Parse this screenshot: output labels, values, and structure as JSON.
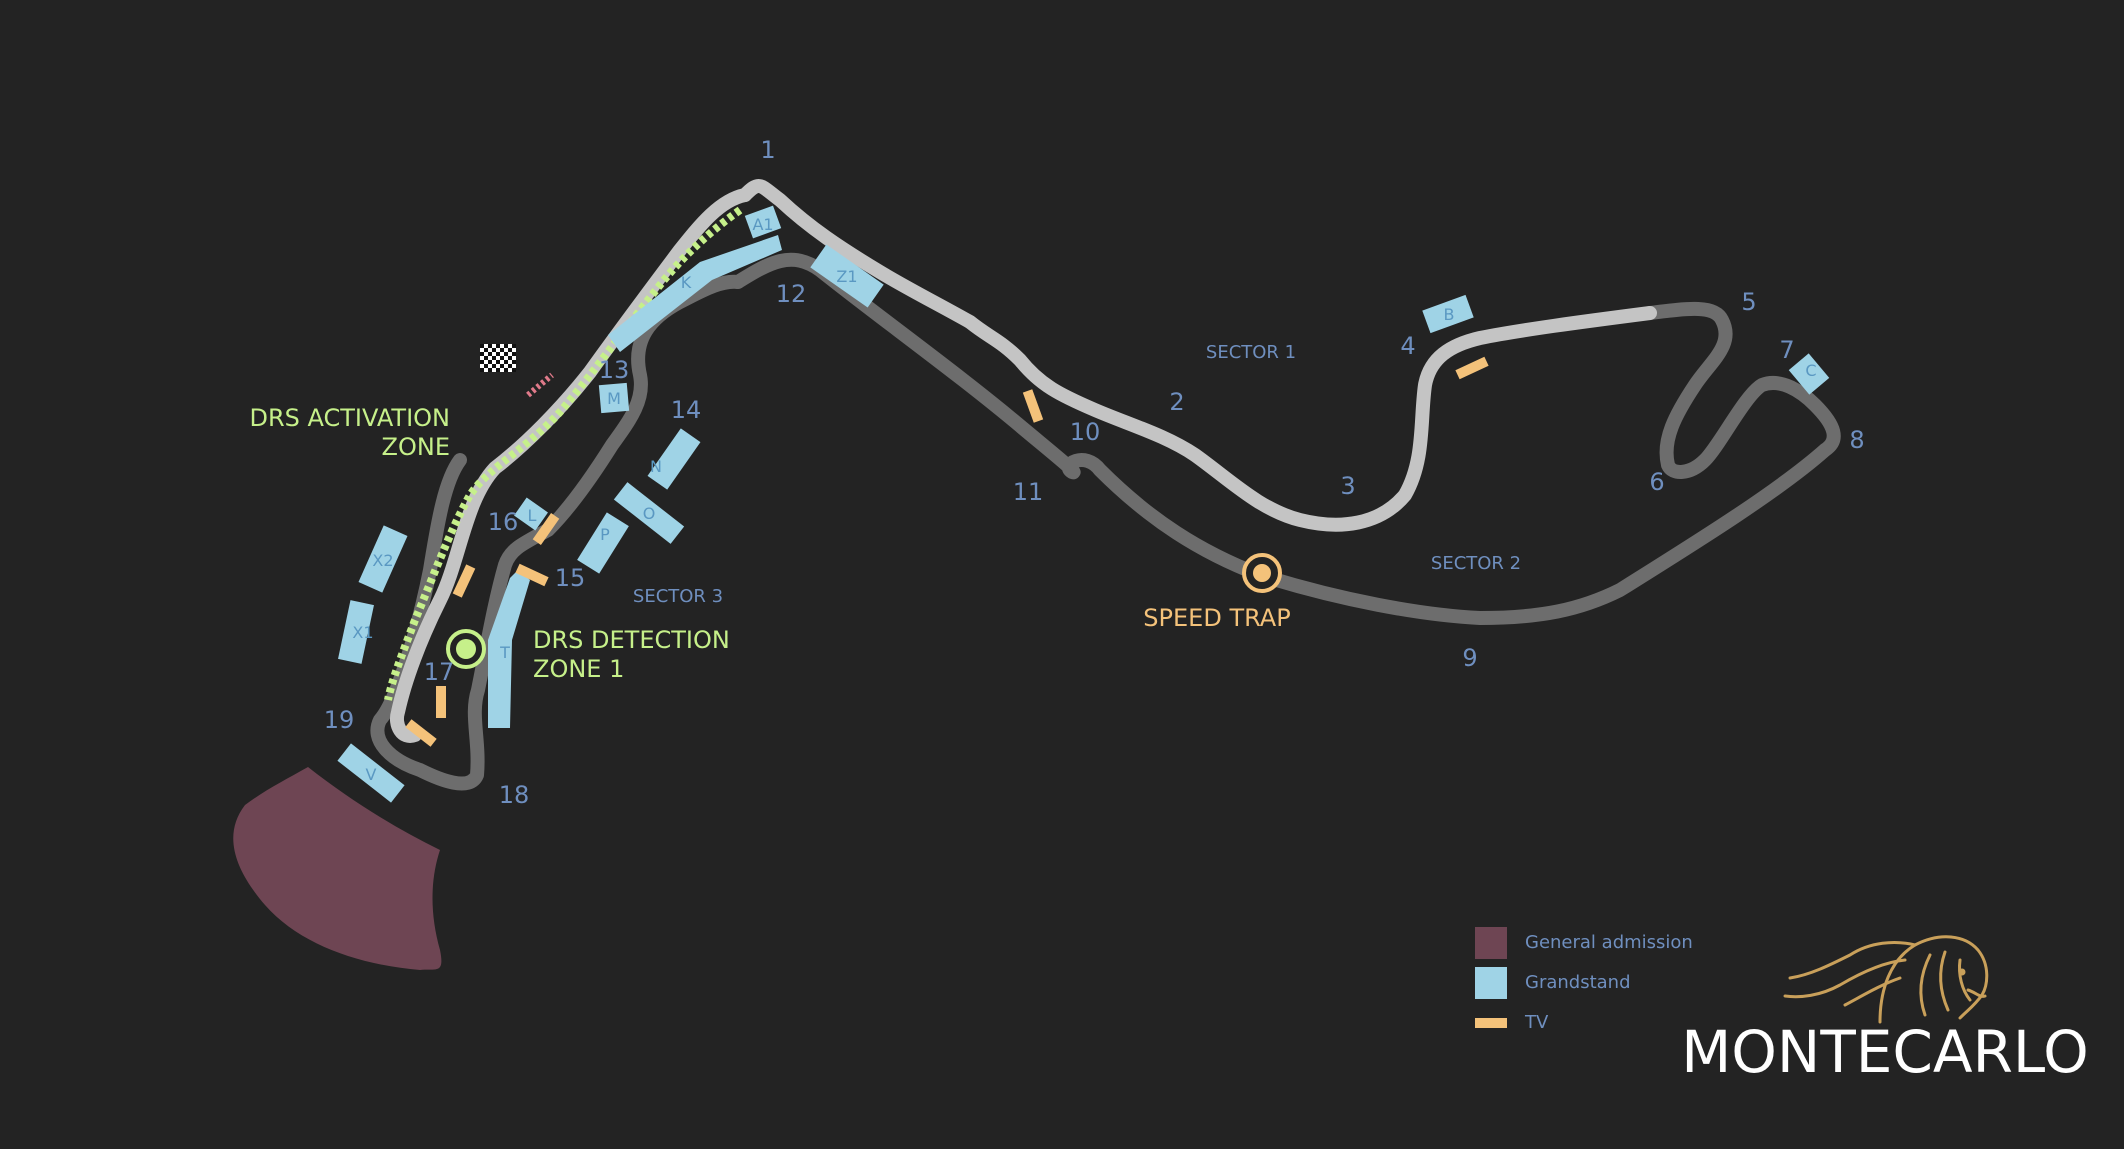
{
  "circuit": {
    "brand": "MONTECARLO"
  },
  "turns": [
    "1",
    "2",
    "3",
    "4",
    "5",
    "6",
    "7",
    "8",
    "9",
    "10",
    "11",
    "12",
    "13",
    "14",
    "15",
    "16",
    "17",
    "18",
    "19"
  ],
  "sectors": [
    "SECTOR 1",
    "SECTOR 2",
    "SECTOR 3"
  ],
  "grandstands": [
    "A1",
    "B",
    "C",
    "K",
    "M",
    "N",
    "O",
    "P",
    "L",
    "T",
    "V",
    "X1",
    "X2",
    "Z1"
  ],
  "drs": {
    "activation": [
      "DRS ACTIVATION",
      "ZONE"
    ],
    "detection": [
      "DRS DETECTION",
      "ZONE 1"
    ]
  },
  "speed_trap": "SPEED TRAP",
  "legend": [
    {
      "label": "General admission",
      "color": "#6e4553"
    },
    {
      "label": "Grandstand",
      "color": "#9fd3e6"
    },
    {
      "label": "TV",
      "color": "#f4c27a"
    }
  ],
  "colors": {
    "background": "#232323",
    "track_sector1": "#c4c4c4",
    "track_other": "#6d6d6d",
    "drs": "#c6f08a",
    "grandstand": "#9fd3e6",
    "tv": "#f4c27a",
    "general_admission": "#6e4553",
    "labels": "#6f8fbf"
  },
  "icons": [
    "checkered-flag-icon",
    "lion-logo-icon",
    "speed-trap-icon",
    "drs-detection-icon"
  ]
}
